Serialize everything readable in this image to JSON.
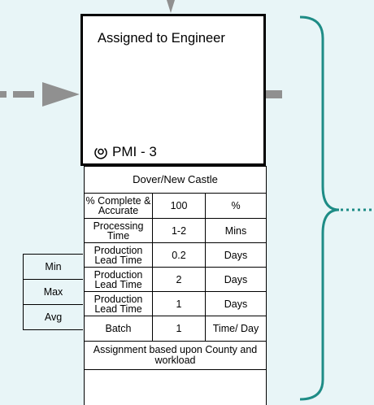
{
  "process": {
    "title": "Assigned to Engineer",
    "operator_label": "PMI - 3"
  },
  "data_box": {
    "location": "Dover/New Castle",
    "rows": [
      {
        "label": "% Complete & Accurate",
        "value": "100",
        "unit": "%"
      },
      {
        "label": "Processing Time",
        "value": "1-2",
        "unit": "Mins"
      },
      {
        "label": "Production Lead Time",
        "value": "0.2",
        "unit": "Days"
      },
      {
        "label": "Production Lead Time",
        "value": "2",
        "unit": "Days"
      },
      {
        "label": "Production Lead Time",
        "value": "1",
        "unit": "Days"
      },
      {
        "label": "Batch",
        "value": "1",
        "unit": "Time/ Day"
      }
    ],
    "note": "Assignment based upon County and workload"
  },
  "lead_time_labels": [
    "Min",
    "Max",
    "Avg"
  ],
  "colors": {
    "background": "#e8f5f7",
    "brace": "#1e8c86",
    "arrow": "#909090"
  }
}
